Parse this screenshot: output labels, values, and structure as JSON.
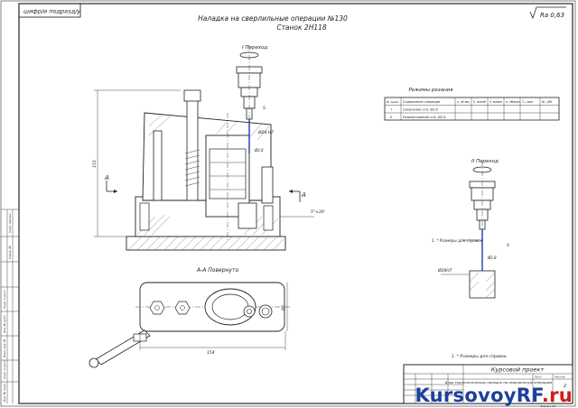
{
  "stamp_top_left": "шифр/и подразд/у",
  "title_line1": "Наладка на сверлильные операции №130",
  "title_line2": "Станок 2Н118",
  "roughness": "Ra 0,63",
  "transition_1": "I Переход",
  "transition_2": "II Переход",
  "section_label": "А-А Повернуто",
  "section_marker": "А",
  "regimes": {
    "title": "Режимы резания",
    "headers": [
      "№ перех.",
      "Содержание операции",
      "z, d/l мм",
      "S, мм/об",
      "V, м/мин",
      "n, об/мин",
      "T₀, мин",
      "N₀, кВт"
    ],
    "rows": [
      [
        "I",
        "Сверление отв. Ø2,8",
        "",
        "",
        "",
        "",
        "",
        ""
      ],
      [
        "II",
        "Развертывание отв. Ø2,8",
        "",
        "",
        "",
        "",
        "",
        ""
      ]
    ]
  },
  "dims": {
    "height_left": "153",
    "angle_note": "5°±30'",
    "diam_hole": "Ø28 H7",
    "width_bottom": "154",
    "height_right": "80",
    "dia_tool": "Ø2,8",
    "dia_tool2": "Ø2,8",
    "dia_bore": "Ø28Н7",
    "s_feed": "S",
    "star_note": "1. * Размеры для справок.",
    "center_note": "1. * Размеры для справок"
  },
  "title_block": {
    "project": "Курсовой проект",
    "desc": "Блок технологических наладок на сверлильную операцию",
    "sheet": "Лист",
    "sheets": "Листов",
    "sheet_num": "2",
    "format": "Формат A1"
  },
  "margin_labels": [
    "Перв. примен.",
    "Справ. №",
    "Подп. и дата",
    "Инв. № дубл.",
    "Взам. инв. №",
    "Подп. и дата",
    "Инв. № подл."
  ],
  "watermark": {
    "main": "KursovoyRF",
    "suffix": ".ru",
    "main_color": "#1d3f9c",
    "suffix_color": "#d21a1a"
  },
  "colors": {
    "tool_axis": "#1b3bd6"
  }
}
